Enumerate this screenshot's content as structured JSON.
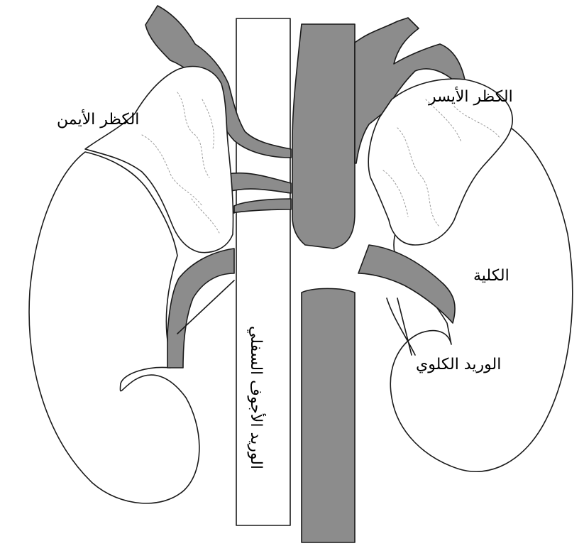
{
  "labels": {
    "left_adrenal": "الكظر الأيسر",
    "right_adrenal": "الكظر الأيمن",
    "kidney": "الكلية",
    "renal_vein": "الوريد الكلوي",
    "ivc": "الوريد الأجوف السفلي"
  },
  "colors": {
    "vessel_fill": "#8c8c8c",
    "organ_fill": "#ffffff",
    "outline": "#1a1a1a",
    "texture": "#9a9a9a"
  }
}
